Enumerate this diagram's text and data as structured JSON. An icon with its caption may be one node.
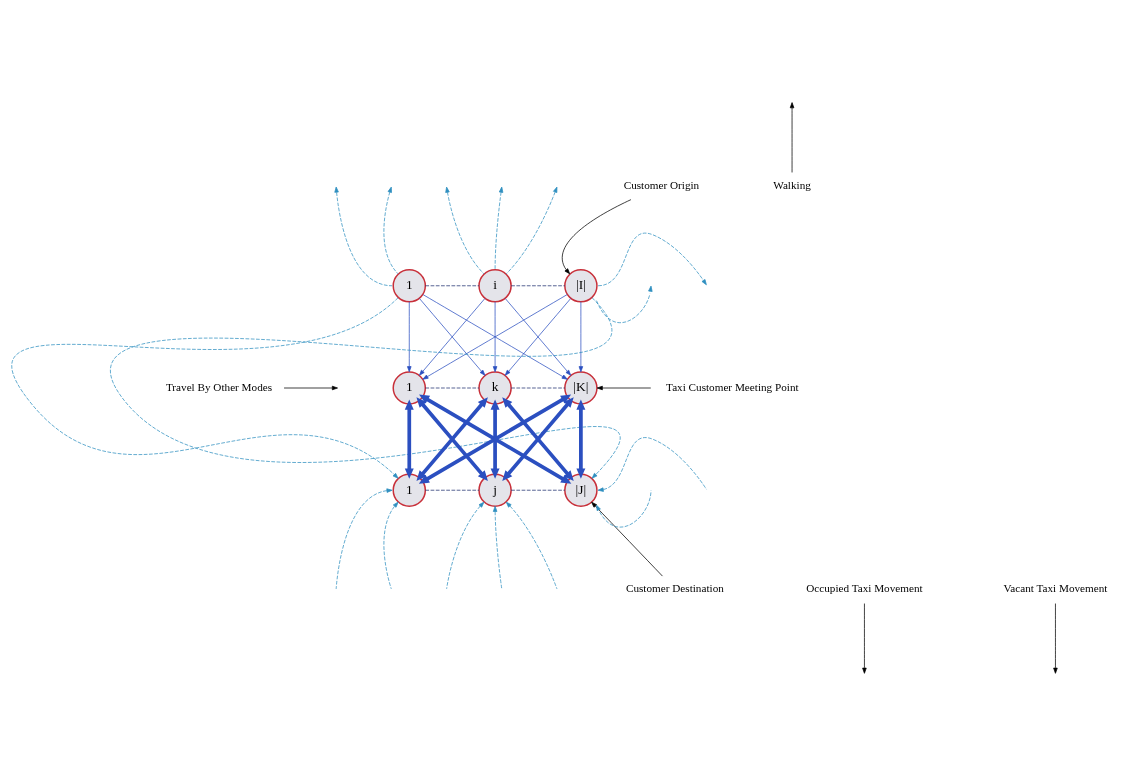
{
  "diagram": {
    "nodes": [
      {
        "text": [
          "1"
        ]
      },
      {
        "text": [
          "i"
        ]
      },
      {
        "text": [
          "|I|"
        ]
      },
      {
        "text": [
          "1"
        ]
      },
      {
        "text": [
          "k"
        ]
      },
      {
        "text": [
          "|K|"
        ]
      },
      {
        "text": [
          "1"
        ]
      },
      {
        "text": [
          "j"
        ]
      },
      {
        "text": [
          "|J|"
        ]
      },
      {
        "text": [
          "Walking"
        ]
      },
      {
        "text": [
          "Customer Origin"
        ]
      },
      {
        "text": [
          "Taxi Customer Meeting Point"
        ]
      },
      {
        "text": [
          "Travel By Other Modes"
        ]
      },
      {
        "text": [
          "Occupied Taxi Movement"
        ]
      },
      {
        "text": [
          "Vacant Taxi Movement"
        ]
      },
      {
        "text": [
          "Customer Destination"
        ]
      }
    ],
    "edges": [
      {
        "from": 0,
        "to": 3,
        "arrow": "to"
      },
      {
        "from": 0,
        "to": 4,
        "arrow": "to"
      },
      {
        "from": 0,
        "to": 5,
        "arrow": "to"
      },
      {
        "from": 1,
        "to": 3,
        "arrow": "to"
      },
      {
        "from": 1,
        "to": 4,
        "arrow": "to"
      },
      {
        "from": 1,
        "to": 5,
        "arrow": "to"
      },
      {
        "from": 2,
        "to": 3,
        "arrow": "to"
      },
      {
        "from": 2,
        "to": 4,
        "arrow": "to"
      },
      {
        "from": 2,
        "to": 5,
        "arrow": "to"
      },
      {
        "from": 3,
        "to": 6,
        "arrow": "both",
        "style": "thick"
      },
      {
        "from": 3,
        "to": 7,
        "arrow": "both",
        "style": "thick"
      },
      {
        "from": 3,
        "to": 8,
        "arrow": "both",
        "style": "thick"
      },
      {
        "from": 4,
        "to": 6,
        "arrow": "both",
        "style": "thick"
      },
      {
        "from": 4,
        "to": 7,
        "arrow": "both",
        "style": "thick"
      },
      {
        "from": 4,
        "to": 8,
        "arrow": "both",
        "style": "thick"
      },
      {
        "from": 5,
        "to": 6,
        "arrow": "both",
        "style": "thick"
      },
      {
        "from": 5,
        "to": 7,
        "arrow": "both",
        "style": "thick"
      },
      {
        "from": 5,
        "to": 8,
        "arrow": "both",
        "style": "thick"
      },
      {
        "from": 0,
        "to": 1,
        "arrow": "none",
        "style": "dashed",
        "color": "#1f2f6f"
      },
      {
        "from": 1,
        "to": 2,
        "arrow": "none",
        "style": "dashed",
        "color": "#1f2f6f"
      },
      {
        "from": 3,
        "to": 4,
        "arrow": "none",
        "style": "dashed",
        "color": "#1f2f6f"
      },
      {
        "from": 4,
        "to": 5,
        "arrow": "none",
        "style": "dashed",
        "color": "#1f2f6f"
      },
      {
        "from": 6,
        "to": 7,
        "arrow": "none",
        "style": "dashed",
        "color": "#1f2f6f"
      },
      {
        "from": 7,
        "to": 8,
        "arrow": "none",
        "style": "dashed",
        "color": "#1f2f6f"
      },
      {
        "from": 0,
        "to": 6,
        "arrow": "to",
        "style": "dashed",
        "color": "#2f8fc0"
      },
      {
        "from": 2,
        "to": 8,
        "arrow": "to",
        "style": "dashed",
        "color": "#2f8fc0"
      },
      {
        "from": 0,
        "to": null,
        "arrow": "to",
        "style": "dashed",
        "color": "#2f8fc0"
      },
      {
        "from": 0,
        "to": null,
        "arrow": "to",
        "style": "dashed",
        "color": "#2f8fc0"
      },
      {
        "from": 1,
        "to": null,
        "arrow": "to",
        "style": "dashed",
        "color": "#2f8fc0"
      },
      {
        "from": 1,
        "to": null,
        "arrow": "to",
        "style": "dashed",
        "color": "#2f8fc0"
      },
      {
        "from": 1,
        "to": null,
        "arrow": "to",
        "style": "dashed",
        "color": "#2f8fc0"
      },
      {
        "from": 2,
        "to": null,
        "arrow": "to",
        "style": "dashed",
        "color": "#2f8fc0"
      },
      {
        "from": 2,
        "to": null,
        "arrow": "to",
        "style": "dashed",
        "color": "#2f8fc0"
      },
      {
        "from": null,
        "to": 6,
        "arrow": "to",
        "style": "dashed",
        "color": "#2f8fc0"
      },
      {
        "from": null,
        "to": 6,
        "arrow": "to",
        "style": "dashed",
        "color": "#2f8fc0"
      },
      {
        "from": null,
        "to": 7,
        "arrow": "to",
        "style": "dashed",
        "color": "#2f8fc0"
      },
      {
        "from": null,
        "to": 7,
        "arrow": "to",
        "style": "dashed",
        "color": "#2f8fc0"
      },
      {
        "from": null,
        "to": 7,
        "arrow": "to",
        "style": "dashed",
        "color": "#2f8fc0"
      },
      {
        "from": null,
        "to": 8,
        "arrow": "to",
        "style": "dashed",
        "color": "#2f8fc0"
      },
      {
        "from": null,
        "to": 8,
        "arrow": "to",
        "style": "dashed",
        "color": "#2f8fc0"
      },
      {
        "from": 9,
        "to": null,
        "arrow": "to",
        "color": "#000000"
      },
      {
        "from": 10,
        "to": 2,
        "arrow": "to",
        "color": "#000000"
      },
      {
        "from": 11,
        "to": 5,
        "arrow": "to",
        "color": "#000000"
      },
      {
        "from": 12,
        "to": null,
        "arrow": "to",
        "color": "#000000"
      },
      {
        "from": 13,
        "to": null,
        "arrow": "to",
        "color": "#000000"
      },
      {
        "from": 14,
        "to": null,
        "arrow": "to",
        "color": "#000000"
      },
      {
        "from": 15,
        "to": 8,
        "arrow": "to",
        "color": "#000000"
      }
    ]
  }
}
